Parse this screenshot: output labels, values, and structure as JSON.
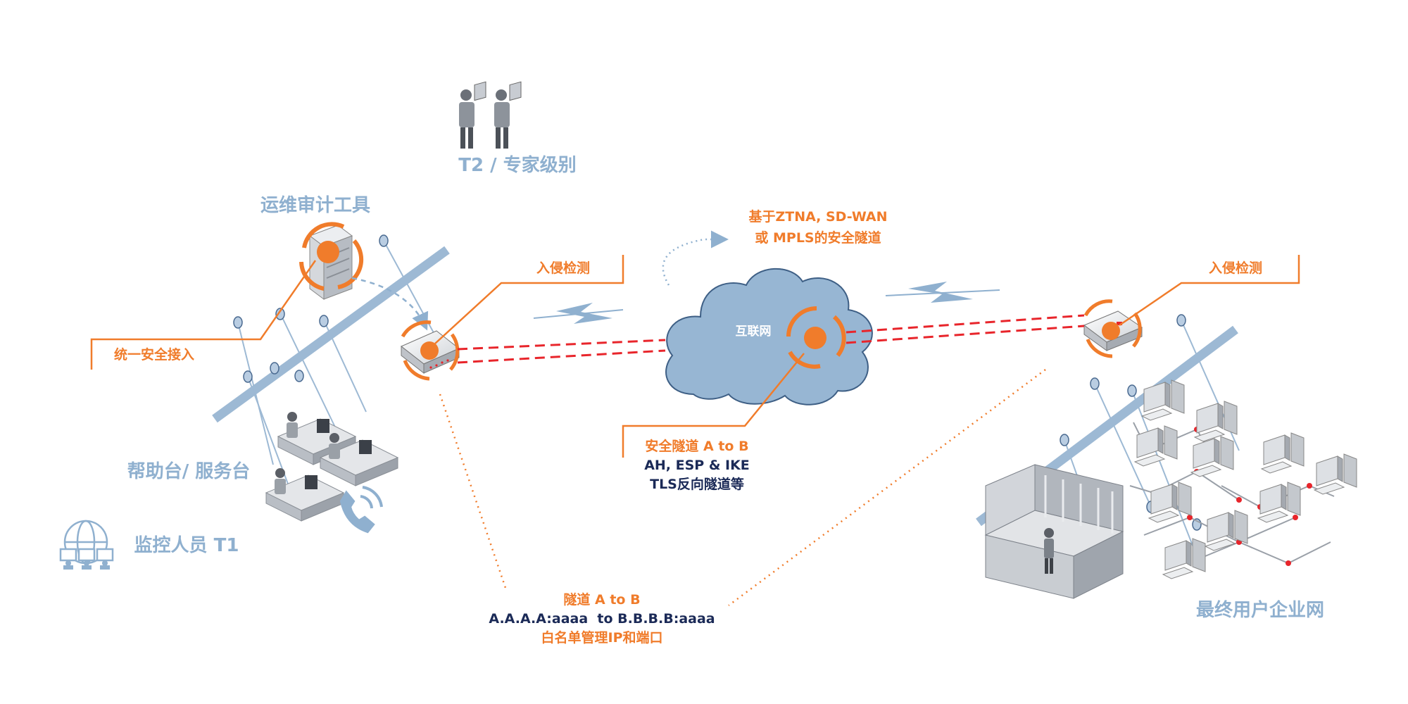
{
  "labels": {
    "t2": "T2 / 专家级别",
    "audit_tool": "运维审计工具",
    "unified_access": "统一安全接入",
    "ids_left": "入侵检测",
    "ids_right": "入侵检测",
    "tunnel_type_line1": "基于ZTNA, SD-WAN",
    "tunnel_type_line2": "或 MPLS的安全隧道",
    "internet": "互联网",
    "secure_tunnel_title": "安全隧道 A to B",
    "secure_tunnel_line2": "AH, ESP & IKE",
    "secure_tunnel_line3": "TLS反向隧道等",
    "helpdesk": "帮助台/ 服务台",
    "monitor_t1": "监控人员 T1",
    "tunnel_ab_title": "隧道 A to B",
    "tunnel_ab_line2": "A.A.A.A:aaaa  to B.B.B.B:aaaa",
    "tunnel_ab_line3": "白名单管理IP和端口",
    "enterprise": "最终用户企业网"
  },
  "colors": {
    "accent_orange": "#f07c2b",
    "light_blue": "#8fb0cf",
    "tunnel_red": "#e8252b",
    "navy_text": "#1b2a57",
    "cloud": "#97b6d3"
  }
}
